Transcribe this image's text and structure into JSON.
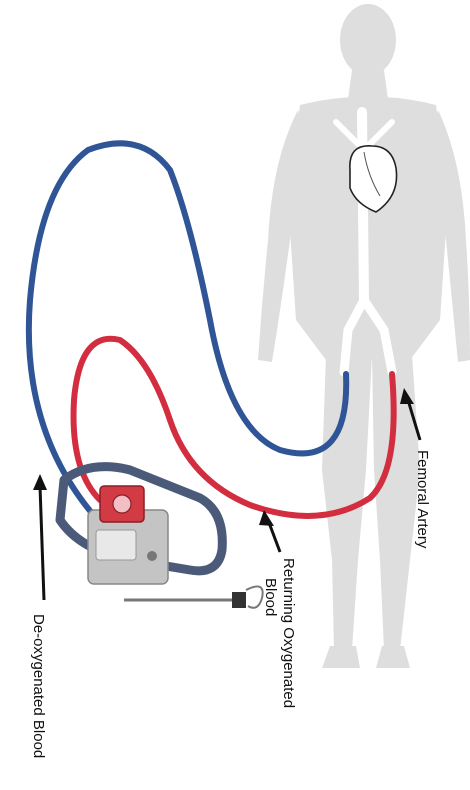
{
  "labels": {
    "femoral_artery": "Femoral Artery",
    "returning_line1": "Returning Oxygenated",
    "returning_line2": "Blood",
    "deoxygenated": "De-oxygenated Blood"
  },
  "colors": {
    "venous_tube": "#2f5597",
    "arterial_tube": "#d22e3f",
    "body_silhouette": "#dedede",
    "vessel": "#ffffff",
    "heart": "#ffffff",
    "device_frame": "#4a5a78",
    "pump_box": "#d23a44",
    "arrow": "#111111"
  },
  "icons": [
    "human-body",
    "heart",
    "ecmo-pump",
    "iv-pole"
  ]
}
